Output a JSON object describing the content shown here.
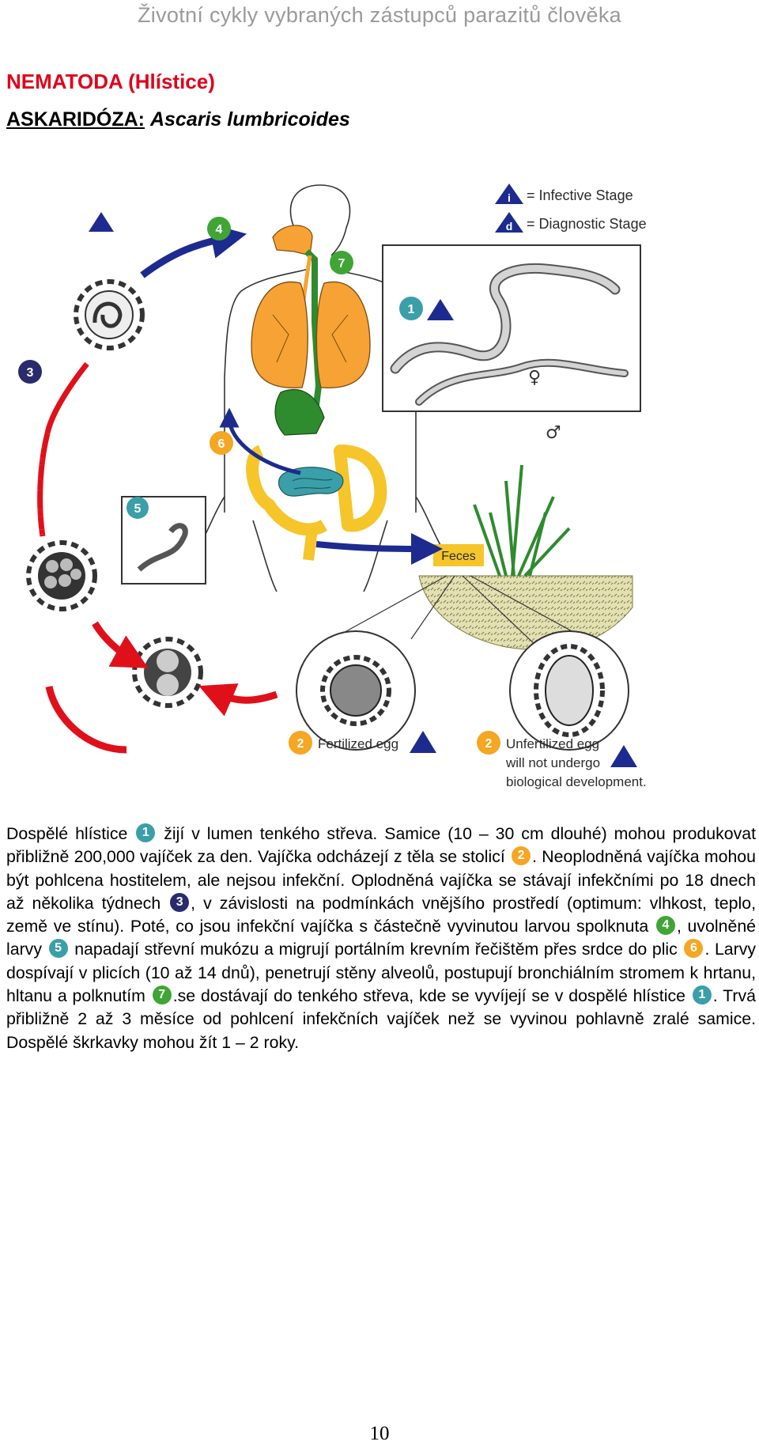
{
  "header": {
    "running_title": "Životní cykly vybraných zástupců parazitů člověka"
  },
  "section": {
    "group_title": "NEMATODA (Hlístice)",
    "disease_label": "ASKARIDÓZA:",
    "species": "Ascaris lumbricoides"
  },
  "figure": {
    "legend": {
      "infective_letter": "i",
      "infective_label": "= Infective Stage",
      "diagnostic_letter": "d",
      "diagnostic_label": "= Diagnostic Stage"
    },
    "steps": {
      "s1": "1",
      "s2": "2",
      "s3": "3",
      "s4": "4",
      "s5": "5",
      "s6": "6",
      "s7": "7"
    },
    "female_symbol": "♀",
    "male_symbol": "♂",
    "feces_label": "Feces",
    "fertilized_label": "Fertilized egg",
    "unfertilized_line1": "Unfertilized egg",
    "unfertilized_line2": "will not undergo",
    "unfertilized_line3": "biological development.",
    "colors": {
      "orange_badge": "#f5a623",
      "green_badge": "#3fa535",
      "teal_badge": "#3a9fa8",
      "navy_badge": "#2a2a6e",
      "red_arrow": "#e0101a",
      "blue_arrow": "#1d2b8f"
    }
  },
  "paragraph": {
    "p1": "Dospělé hlístice",
    "i1": "1",
    "p2": "žijí v lumen tenkého střeva. Samice (10 – 30 cm dlouhé) mohou produkovat přibližně 200,000 vajíček za den. Vajíčka odcházejí z těla se stolicí",
    "i2": "2",
    "p3": ". Neoplodněná vajíčka mohou být pohlcena hostitelem, ale nejsou infekční. Oplodněná vajíčka se stávají infekčními po 18 dnech až několika týdnech",
    "i3": "3",
    "p4": ", v závislosti na podmínkách vnějšího prostředí (optimum: vlhkost, teplo, země ve stínu). Poté, co jsou infekční vajíčka s částečně vyvinutou larvou spolknuta",
    "i4": "4",
    "p5": ", uvolněné larvy",
    "i5": "5",
    "p6": "napadají střevní mukózu a migrují portálním krevním řečištěm přes srdce do plic",
    "i6": "6",
    "p7": ". Larvy dospívají v plicích (10 až 14 dnů), penetrují stěny alveolů, postupují bronchiálním stromem k hrtanu, hltanu a polknutím",
    "i7": "7",
    "p8": ".se dostávají do tenkého střeva, kde se vyvíjejí se v dospělé hlístice",
    "i8": "1",
    "p9": ". Trvá přibližně 2 až 3 měsíce od pohlcení infekčních vajíček než se vyvinou pohlavně zralé samice. Dospělé škrkavky mohou žít 1 – 2 roky."
  },
  "page_number": "10"
}
